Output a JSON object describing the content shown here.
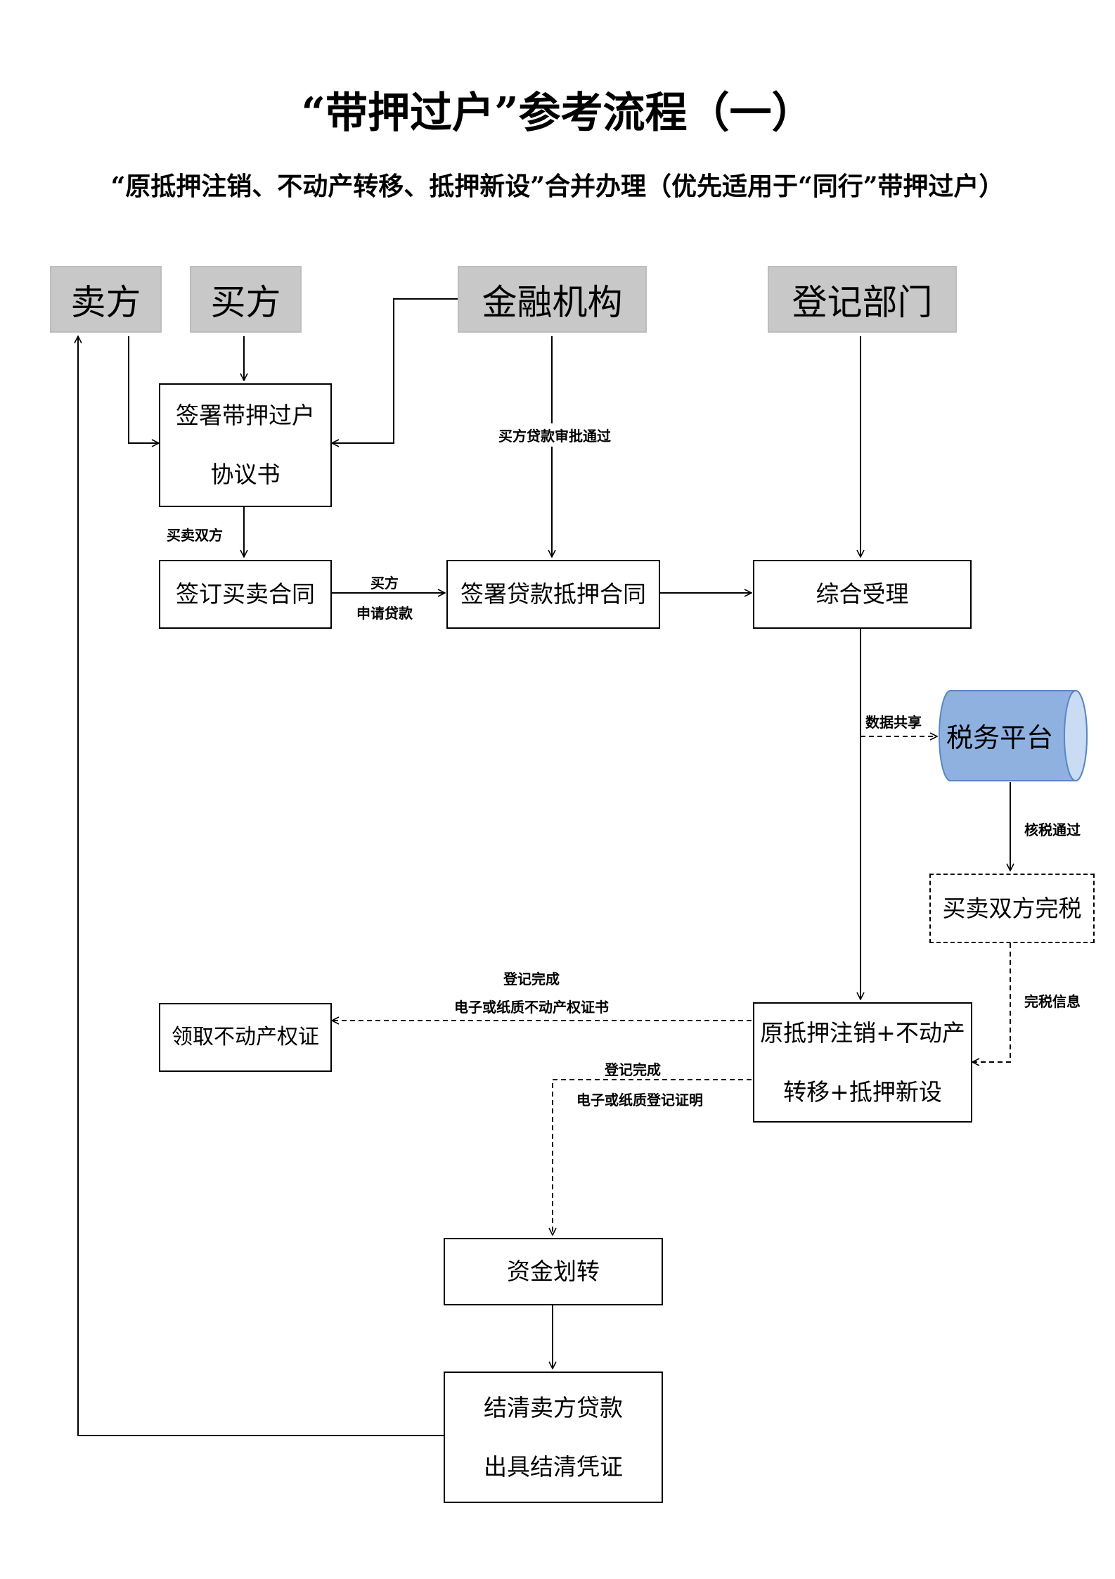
{
  "header": {
    "title": "“带押过户”参考流程（一）",
    "subtitle": "“原抵押注销、不动产转移、抵押新设”合并办理（优先适用于“同行”带押过户）"
  },
  "actors": {
    "seller": "卖方",
    "buyer": "买方",
    "bank": "金融机构",
    "registry": "登记部门"
  },
  "steps": {
    "sign_agreement": [
      "签署带押过户",
      "协议书"
    ],
    "sign_sale_contract": "签订买卖合同",
    "sign_loan_contract": "签署贷款抵押合同",
    "comprehensive_acceptance": "综合受理",
    "tax_platform": "税务平台",
    "tax_payment": "买卖双方完税",
    "combined_registration": [
      "原抵押注销+不动产",
      "转移+抵押新设"
    ],
    "get_certificate": "领取不动产权证",
    "fund_transfer": "资金划转",
    "settle_loan": [
      "结清卖方贷款",
      "出具结清凭证"
    ]
  },
  "edge_labels": {
    "loan_approved": "买方贷款审批通过",
    "both_parties": "买卖双方",
    "buyer_apply_1": "买方",
    "buyer_apply_2": "申请贷款",
    "data_sharing": "数据共享",
    "tax_approved": "核税通过",
    "tax_info": "完税信息",
    "reg_done_1": "登记完成",
    "reg_done_cert": "电子或纸质不动产权证书",
    "reg_done_2": "登记完成",
    "reg_done_proof": "电子或纸质登记证明"
  },
  "colors": {
    "actor_fill": "#c8c8c8",
    "tax_fill": "#8fb1e0",
    "line": "#000000"
  }
}
